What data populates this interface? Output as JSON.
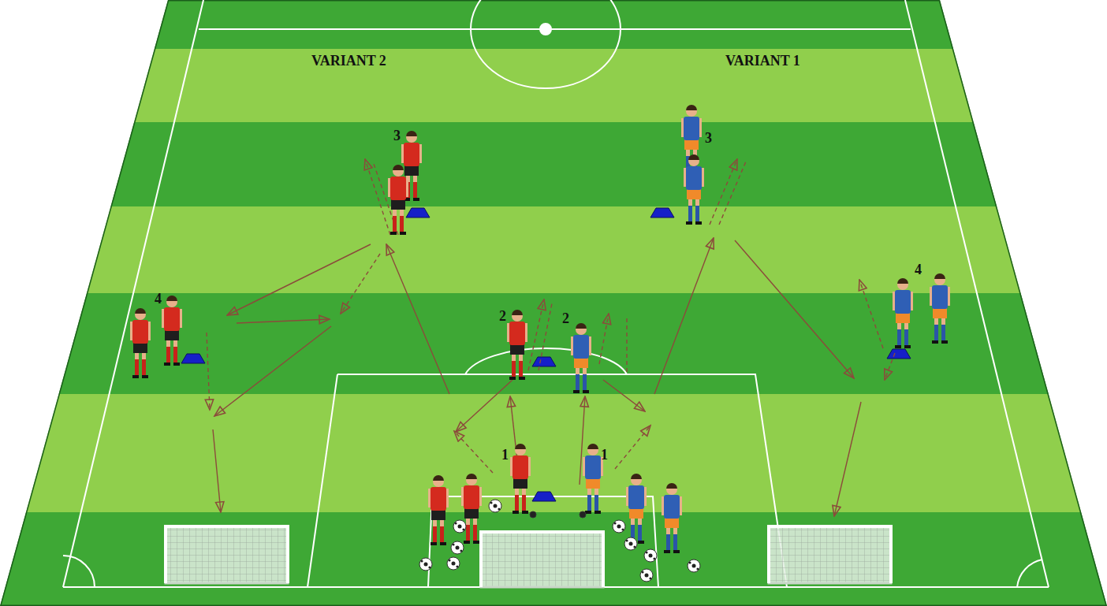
{
  "diagram": {
    "labels": [
      "VARIANT 2",
      "VARIANT 1",
      "3",
      "3",
      "4",
      "4",
      "2",
      "2",
      "1",
      "1"
    ]
  }
}
